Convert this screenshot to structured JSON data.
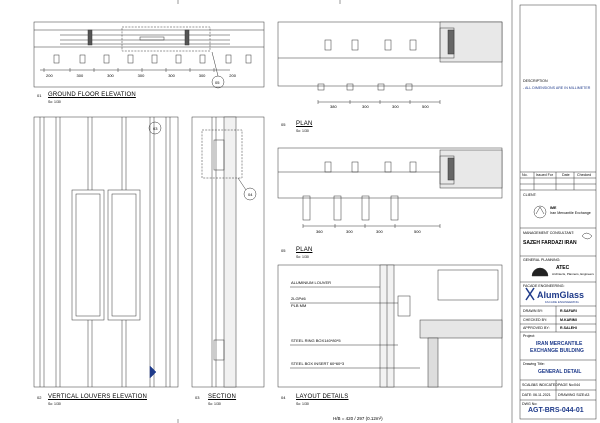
{
  "sheet": {
    "size_note": "H/B = 420 / 297 (0.12m²)"
  },
  "views": {
    "ground_floor": {
      "number": "01",
      "title": "GROUND FLOOR ELEVATION",
      "scale": "Sc:   1/30",
      "dims": [
        "200",
        "300",
        "300",
        "300",
        "300",
        "300",
        "200"
      ],
      "callout": "05"
    },
    "plan_top": {
      "number": "05",
      "title": "PLAN",
      "scale": "Sc:   1/30",
      "dims": [
        "380",
        "300",
        "300",
        "500"
      ]
    },
    "plan_bottom": {
      "number": "05",
      "title": "PLAN",
      "scale": "Sc:   1/30",
      "dims": [
        "360",
        "300",
        "300",
        "500"
      ]
    },
    "louvers": {
      "number": "02",
      "title": "VERTICAL LOUVERS ELEVATION",
      "scale": "Sc:   1/30",
      "callout": "03"
    },
    "section": {
      "number": "03",
      "title": "SECTION",
      "scale": "Sc:   1/30",
      "callout": "04"
    },
    "layout": {
      "number": "04",
      "title": "LAYOUT DETAILS",
      "scale": "Sc:   1/30",
      "notes": [
        "ALUMINIUM LOUVER",
        "2LGP#6",
        "PLB MM",
        "STEEL RING BOX140*80*5",
        "STEEL BOX INSERT 60*60*3"
      ]
    }
  },
  "title_block": {
    "description_label": "DESCRIPTION",
    "description_note": "- ALL DIMENSIONS ARE IN MILLIMETER",
    "rev_headers": [
      "No.",
      "Issued For",
      "Date",
      "Checked"
    ],
    "client_label": "CLIENT:",
    "client_name_short": "IME",
    "client_name": "Iran Mercantile Exchange",
    "consultant_label": "MANAGEMENT CONSULTANT:",
    "consultant_name": "SAZEH FARDAZI IRAN",
    "planning_label": "GENERAL PLANNING:",
    "planning_name": "ATEC",
    "planning_sub": "Architects, Planners, Engineers",
    "facade_label": "FACADE ENGINEERING:",
    "facade_name": "AlumGlass",
    "facade_sub": "FACADE ENGINEERING",
    "drawn_label": "DRAWN BY:",
    "drawn_by": "R.SAFARI",
    "checked_label": "CHECKED BY:",
    "checked_by": "M.KARIMI",
    "approved_label": "APPROVED BY:",
    "approved_by": "R.SALEHI",
    "project_label": "Project:",
    "project_line1": "IRAN MERCANTILE",
    "project_line2": "EXCHANGE BUILDING",
    "drawing_title_label": "Drawing Title:",
    "drawing_title": "GENERAL DETAIL",
    "scale_label": "SCALE:",
    "scale_value": "AS INDICATED",
    "page_label": "PAGE No:",
    "page_value": "044",
    "date_label": "DATE:",
    "date_value": "06.11.2021",
    "dsize_label": "DRAWING SIZE:",
    "dsize_value": "A3",
    "dwg_label": "DWG No:",
    "dwg_no": "AGT-BRS-044-01"
  }
}
